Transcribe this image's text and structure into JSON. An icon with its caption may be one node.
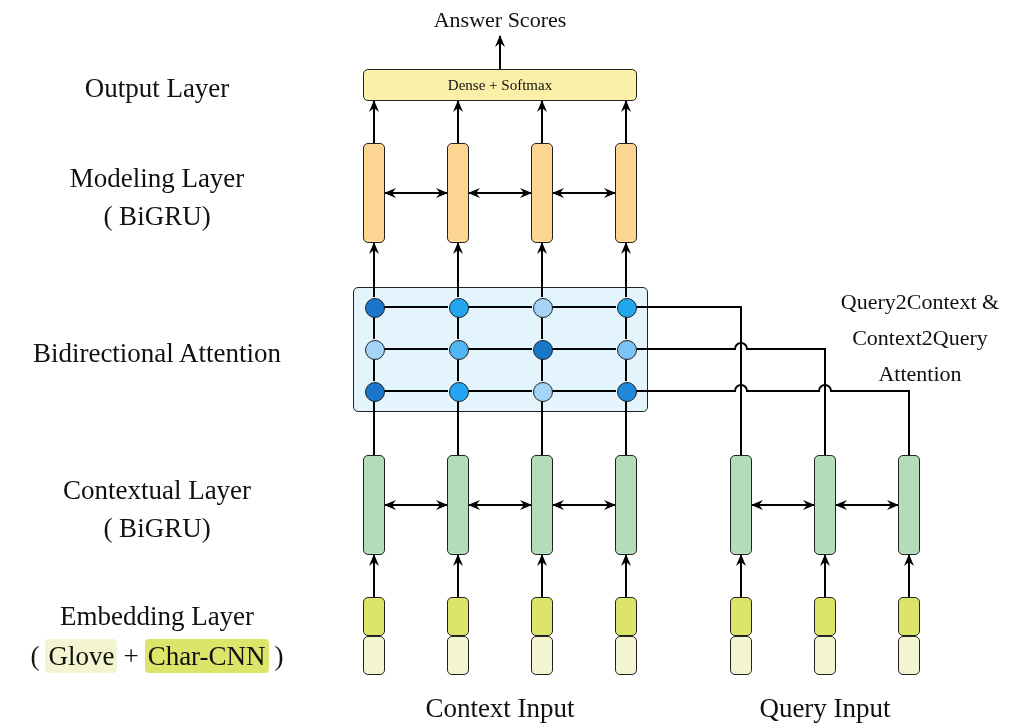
{
  "diagram": {
    "nodes": [
      {
        "text": [
          "Answer Scores"
        ]
      },
      {
        "text": [
          "Dense + Softmax"
        ]
      },
      {
        "text": [],
        "shape": "bar"
      },
      {
        "text": [],
        "shape": "bar"
      },
      {
        "text": [],
        "shape": "bar"
      },
      {
        "text": [],
        "shape": "bar"
      },
      {
        "text": [],
        "shape": "box"
      },
      {
        "text": [],
        "shape": "circle",
        "in": 6
      },
      {
        "text": [],
        "shape": "circle",
        "in": 6
      },
      {
        "text": [],
        "shape": "circle",
        "in": 6
      },
      {
        "text": [],
        "shape": "circle",
        "in": 6
      },
      {
        "text": [],
        "shape": "circle",
        "in": 6
      },
      {
        "text": [],
        "shape": "circle",
        "in": 6
      },
      {
        "text": [],
        "shape": "circle",
        "in": 6
      },
      {
        "text": [],
        "shape": "circle",
        "in": 6
      },
      {
        "text": [],
        "shape": "circle",
        "in": 6
      },
      {
        "text": [],
        "shape": "circle",
        "in": 6
      },
      {
        "text": [],
        "shape": "circle",
        "in": 6
      },
      {
        "text": [],
        "shape": "circle",
        "in": 6
      },
      {
        "text": [],
        "shape": "bar"
      },
      {
        "text": [],
        "shape": "bar"
      },
      {
        "text": [],
        "shape": "bar"
      },
      {
        "text": [],
        "shape": "bar"
      },
      {
        "text": [],
        "shape": "bar"
      },
      {
        "text": [],
        "shape": "bar"
      },
      {
        "text": [],
        "shape": "bar"
      },
      {
        "text": [],
        "shape": "box"
      },
      {
        "text": [],
        "shape": "box"
      },
      {
        "text": [],
        "shape": "box"
      },
      {
        "text": [],
        "shape": "box"
      },
      {
        "text": [],
        "shape": "box"
      },
      {
        "text": [],
        "shape": "box"
      },
      {
        "text": [],
        "shape": "box"
      },
      {
        "text": [],
        "shape": "box"
      },
      {
        "text": [],
        "shape": "box"
      },
      {
        "text": [],
        "shape": "box"
      },
      {
        "text": [],
        "shape": "box"
      },
      {
        "text": [],
        "shape": "box"
      },
      {
        "text": [],
        "shape": "box"
      },
      {
        "text": [],
        "shape": "box"
      }
    ],
    "edges": [
      {
        "from": 1,
        "to": 0,
        "arrow": "to"
      },
      {
        "from": 2,
        "to": 1,
        "arrow": "to"
      },
      {
        "from": 3,
        "to": 1,
        "arrow": "to"
      },
      {
        "from": 4,
        "to": 1,
        "arrow": "to"
      },
      {
        "from": 5,
        "to": 1,
        "arrow": "to"
      },
      {
        "from": 2,
        "to": 3,
        "arrow": "both"
      },
      {
        "from": 3,
        "to": 4,
        "arrow": "both"
      },
      {
        "from": 4,
        "to": 5,
        "arrow": "both"
      },
      {
        "from": 7,
        "to": 2,
        "arrow": "to"
      },
      {
        "from": 8,
        "to": 3,
        "arrow": "to"
      },
      {
        "from": 9,
        "to": 4,
        "arrow": "to"
      },
      {
        "from": 10,
        "to": 5,
        "arrow": "to"
      },
      {
        "from": 7,
        "to": 8,
        "arrow": "none"
      },
      {
        "from": 8,
        "to": 9,
        "arrow": "none"
      },
      {
        "from": 9,
        "to": 10,
        "arrow": "none"
      },
      {
        "from": 11,
        "to": 12,
        "arrow": "none"
      },
      {
        "from": 12,
        "to": 13,
        "arrow": "none"
      },
      {
        "from": 13,
        "to": 14,
        "arrow": "none"
      },
      {
        "from": 15,
        "to": 16,
        "arrow": "none"
      },
      {
        "from": 16,
        "to": 17,
        "arrow": "none"
      },
      {
        "from": 17,
        "to": 18,
        "arrow": "none"
      },
      {
        "from": 7,
        "to": 11,
        "arrow": "none"
      },
      {
        "from": 11,
        "to": 15,
        "arrow": "none"
      },
      {
        "from": 8,
        "to": 12,
        "arrow": "none"
      },
      {
        "from": 12,
        "to": 16,
        "arrow": "none"
      },
      {
        "from": 9,
        "to": 13,
        "arrow": "none"
      },
      {
        "from": 13,
        "to": 17,
        "arrow": "none"
      },
      {
        "from": 10,
        "to": 14,
        "arrow": "none"
      },
      {
        "from": 14,
        "to": 18,
        "arrow": "none"
      },
      {
        "from": 19,
        "to": 15,
        "arrow": "none"
      },
      {
        "from": 20,
        "to": 16,
        "arrow": "none"
      },
      {
        "from": 21,
        "to": 17,
        "arrow": "none"
      },
      {
        "from": 22,
        "to": 18,
        "arrow": "none"
      },
      {
        "from": 10,
        "to": 23,
        "arrow": "none"
      },
      {
        "from": 14,
        "to": 24,
        "arrow": "none"
      },
      {
        "from": 18,
        "to": 25,
        "arrow": "none"
      },
      {
        "from": 19,
        "to": 20,
        "arrow": "both"
      },
      {
        "from": 20,
        "to": 21,
        "arrow": "both"
      },
      {
        "from": 21,
        "to": 22,
        "arrow": "both"
      },
      {
        "from": 23,
        "to": 24,
        "arrow": "both"
      },
      {
        "from": 24,
        "to": 25,
        "arrow": "both"
      },
      {
        "from": 26,
        "to": 19,
        "arrow": "to"
      },
      {
        "from": 27,
        "to": 20,
        "arrow": "to"
      },
      {
        "from": 28,
        "to": 21,
        "arrow": "to"
      },
      {
        "from": 29,
        "to": 22,
        "arrow": "to"
      },
      {
        "from": 30,
        "to": 23,
        "arrow": "to"
      },
      {
        "from": 31,
        "to": 24,
        "arrow": "to"
      },
      {
        "from": 32,
        "to": 25,
        "arrow": "to"
      }
    ],
    "labels": [
      "Output Layer",
      "Modeling Layer",
      "( BiGRU)",
      "Bidirectional Attention",
      "Query2Context & Context2Query Attention",
      "Contextual Layer",
      "( BiGRU)",
      "Embedding Layer",
      "(",
      "+",
      ")",
      "Context Input",
      "Query Input"
    ],
    "legend": [
      {
        "text": "Glove",
        "color": "#f2f5cf"
      },
      {
        "text": "Char-CNN",
        "color": "#dde46a"
      }
    ]
  }
}
